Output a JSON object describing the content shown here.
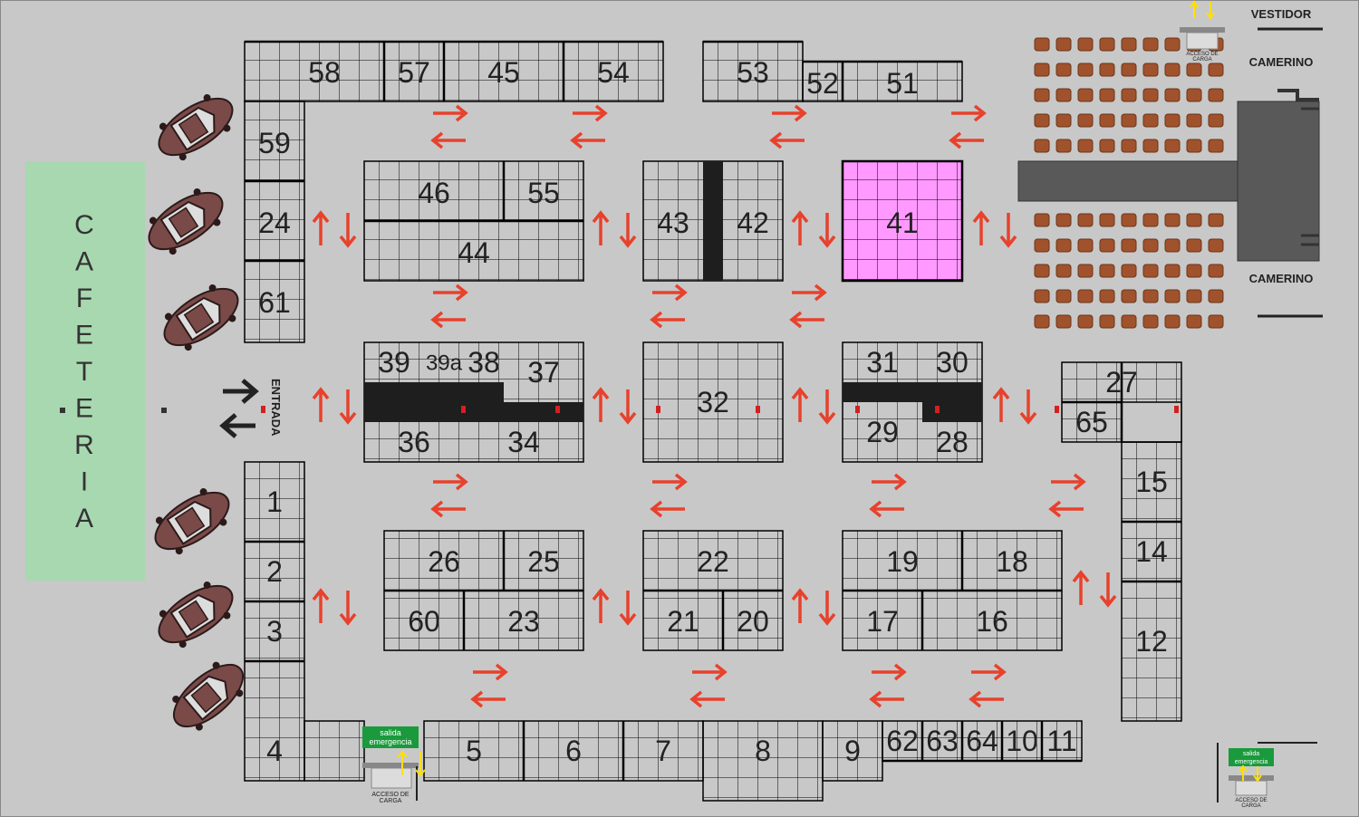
{
  "colors": {
    "background": "#c8c8c8",
    "booth": "#ffffff",
    "grid": "#000000",
    "highlight_booth": "#ff99ff",
    "cafeteria": "#a8d8b0",
    "arrow": "#e8412c",
    "stage": "#595959",
    "seat": "#a0522d",
    "emergency": "#1a9a3c",
    "car": "#7a4a48",
    "yellow_arrow": "#ffe000"
  },
  "labels": {
    "cafeteria": "CAFETERIA",
    "entrance": "ENTRADA",
    "vestidor": "VESTIDOR",
    "camerino_top": "CAMERINO",
    "camerino_bottom": "CAMERINO",
    "emergency_exit_line1": "salida",
    "emergency_exit_line2": "emergencia",
    "loading_access_line1": "ACCESO DE",
    "loading_access_line2": "CARGA"
  },
  "booths": [
    {
      "id": "58",
      "num": "58"
    },
    {
      "id": "57",
      "num": "57"
    },
    {
      "id": "45",
      "num": "45"
    },
    {
      "id": "54",
      "num": "54"
    },
    {
      "id": "53",
      "num": "53"
    },
    {
      "id": "52",
      "num": "52"
    },
    {
      "id": "51",
      "num": "51"
    },
    {
      "id": "59",
      "num": "59"
    },
    {
      "id": "24",
      "num": "24"
    },
    {
      "id": "61",
      "num": "61"
    },
    {
      "id": "46",
      "num": "46"
    },
    {
      "id": "55",
      "num": "55"
    },
    {
      "id": "44",
      "num": "44"
    },
    {
      "id": "43",
      "num": "43"
    },
    {
      "id": "42",
      "num": "42"
    },
    {
      "id": "41",
      "num": "41"
    },
    {
      "id": "39",
      "num": "39"
    },
    {
      "id": "39a",
      "num": "39a"
    },
    {
      "id": "38",
      "num": "38"
    },
    {
      "id": "37",
      "num": "37"
    },
    {
      "id": "36",
      "num": "36"
    },
    {
      "id": "34",
      "num": "34"
    },
    {
      "id": "32",
      "num": "32"
    },
    {
      "id": "31",
      "num": "31"
    },
    {
      "id": "30",
      "num": "30"
    },
    {
      "id": "29",
      "num": "29"
    },
    {
      "id": "28",
      "num": "28"
    },
    {
      "id": "27",
      "num": "27"
    },
    {
      "id": "65",
      "num": "65"
    },
    {
      "id": "1",
      "num": "1"
    },
    {
      "id": "2",
      "num": "2"
    },
    {
      "id": "3",
      "num": "3"
    },
    {
      "id": "4",
      "num": "4"
    },
    {
      "id": "26",
      "num": "26"
    },
    {
      "id": "25",
      "num": "25"
    },
    {
      "id": "60",
      "num": "60"
    },
    {
      "id": "23",
      "num": "23"
    },
    {
      "id": "22",
      "num": "22"
    },
    {
      "id": "21",
      "num": "21"
    },
    {
      "id": "20",
      "num": "20"
    },
    {
      "id": "19",
      "num": "19"
    },
    {
      "id": "18",
      "num": "18"
    },
    {
      "id": "17",
      "num": "17"
    },
    {
      "id": "16",
      "num": "16"
    },
    {
      "id": "15",
      "num": "15"
    },
    {
      "id": "14",
      "num": "14"
    },
    {
      "id": "12",
      "num": "12"
    },
    {
      "id": "5",
      "num": "5"
    },
    {
      "id": "6",
      "num": "6"
    },
    {
      "id": "7",
      "num": "7"
    },
    {
      "id": "8",
      "num": "8"
    },
    {
      "id": "9",
      "num": "9"
    },
    {
      "id": "62",
      "num": "62"
    },
    {
      "id": "63",
      "num": "63"
    },
    {
      "id": "64",
      "num": "64"
    },
    {
      "id": "10",
      "num": "10"
    },
    {
      "id": "11",
      "num": "11"
    }
  ]
}
